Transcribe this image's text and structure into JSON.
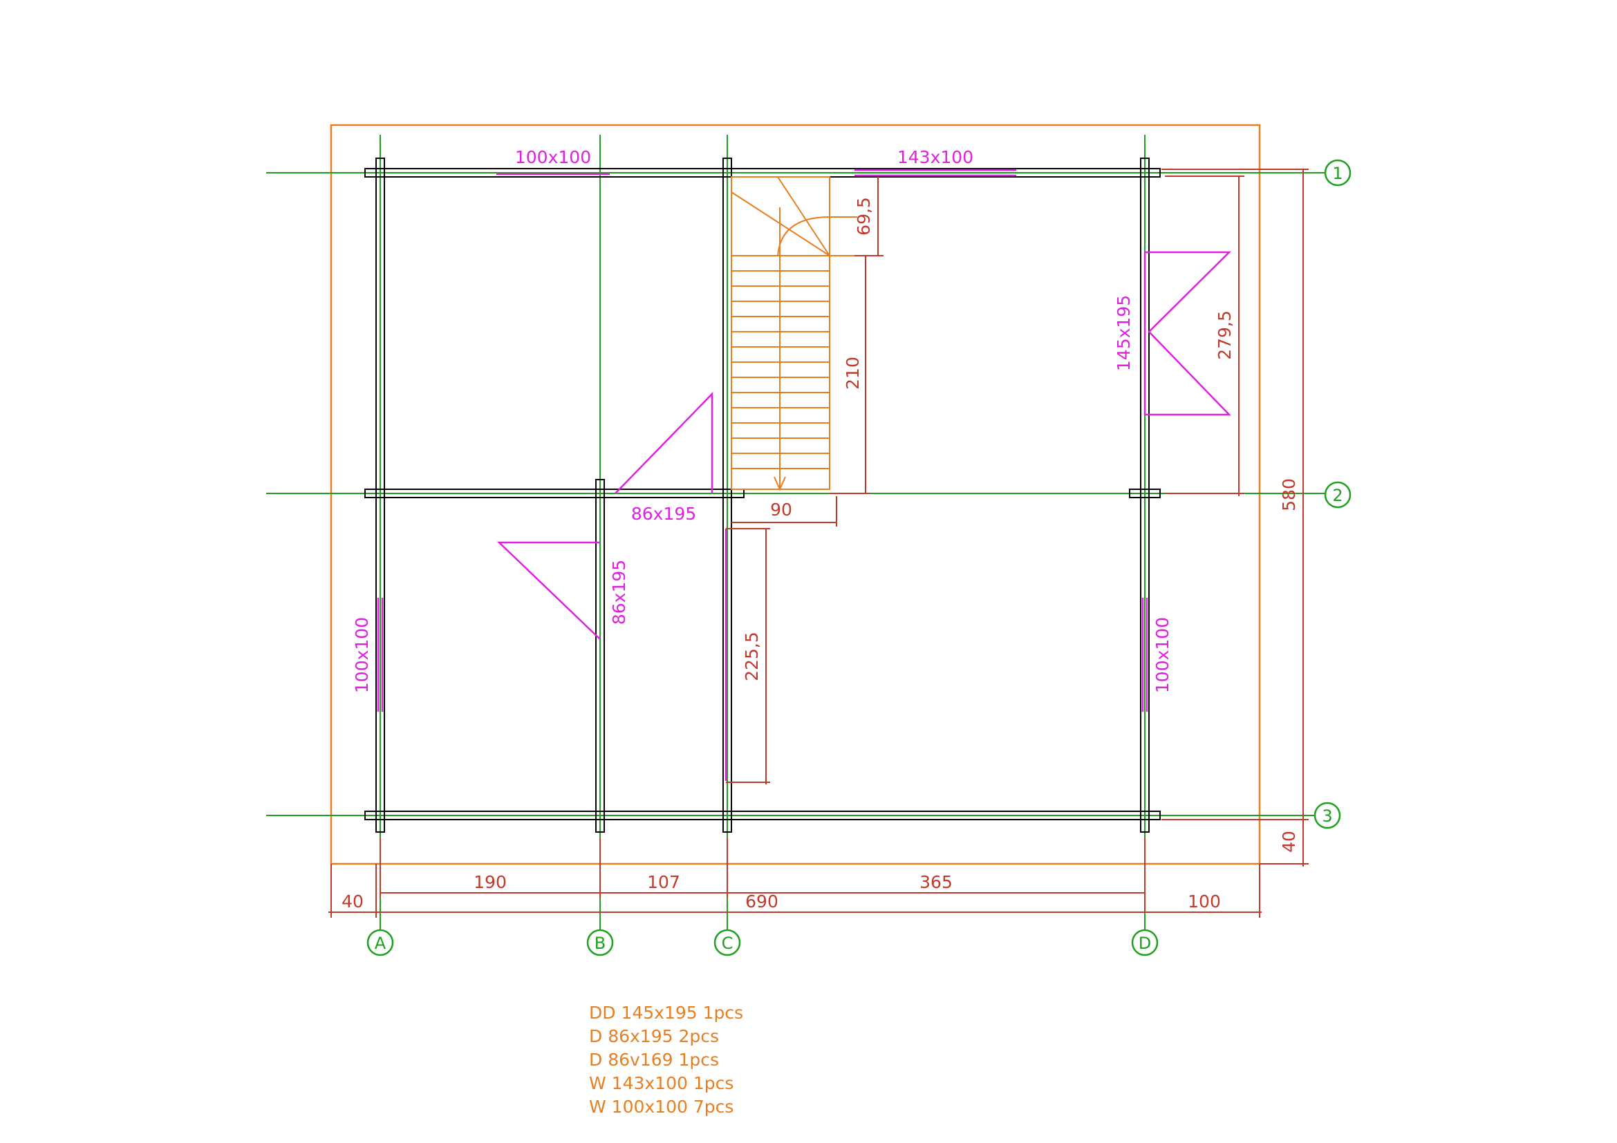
{
  "colors": {
    "wall": "#000000",
    "wall_fill": "#1f3b1f",
    "axis": "#1ea01e",
    "opening": "#e020e0",
    "dimension": "#c0392b",
    "outline": "#e67e22"
  },
  "axes": {
    "letters": [
      "A",
      "B",
      "C",
      "D"
    ],
    "numbers": [
      "1",
      "2",
      "3"
    ]
  },
  "dimensions": {
    "d190": "190",
    "d107": "107",
    "d365": "365",
    "d40_left": "40",
    "d690": "690",
    "d100": "100",
    "d580": "580",
    "d40_right": "40",
    "d279_5": "279,5",
    "d210": "210",
    "d69_5": "69,5",
    "d90": "90",
    "d225_5": "225,5"
  },
  "openings": {
    "w_top_left": "100x100",
    "w_top_right": "143x100",
    "dd_right": "145x195",
    "d_mid": "86x195",
    "d_vertical": "86x195",
    "w_left": "100x100",
    "w_right": "100x100"
  },
  "legend": [
    "DD 145x195 1pcs",
    "D 86x195 2pcs",
    "D 86v169 1pcs",
    "W 143x100 1pcs",
    "W 100x100 7pcs"
  ]
}
